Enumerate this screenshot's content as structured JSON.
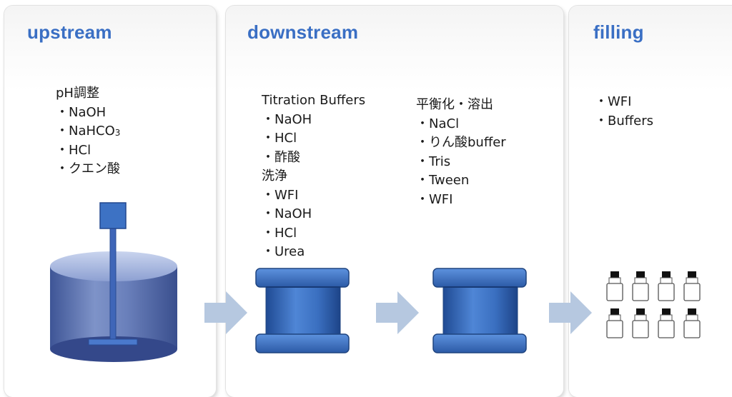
{
  "stages": {
    "upstream": {
      "title": "upstream",
      "groups": [
        {
          "heading": "pH調整",
          "items": [
            "NaOH",
            "NaHCO",
            "HCl",
            "クエン酸"
          ],
          "subscript": "3"
        }
      ]
    },
    "downstream": {
      "title": "downstream",
      "groups": [
        {
          "heading": "Titration Buffers",
          "items": [
            "NaOH",
            "HCl",
            "酢酸"
          ]
        },
        {
          "heading": "洗浄",
          "items": [
            "WFI",
            "NaOH",
            "HCl",
            "Urea"
          ]
        },
        {
          "heading": "平衡化・溶出",
          "items": [
            "NaCl",
            "りん酸buffer",
            "Tris",
            "Tween",
            "WFI"
          ]
        }
      ]
    },
    "filling": {
      "title": "filling",
      "groups": [
        {
          "heading": "",
          "items": [
            "WFI",
            "Buffers"
          ]
        }
      ]
    }
  },
  "icons": {
    "bioreactor": "bioreactor-tank-icon",
    "column": "chromatography-column-icon",
    "vial": "vial-icon",
    "arrow": "flow-arrow-icon"
  },
  "colors": {
    "title": "#3a6fc4",
    "equipment_dark": "#2e5aa8",
    "equipment_mid": "#4a7fd0",
    "arrow": "#b6c8e0"
  }
}
